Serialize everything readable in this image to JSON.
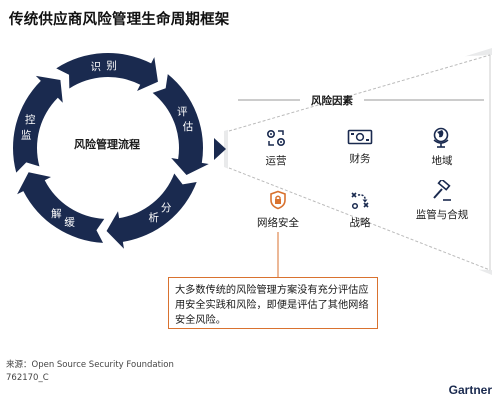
{
  "title": "传统供应商风险管理生命周期框架",
  "cycle": {
    "center_label": "风险管理流程",
    "stages": [
      "识别",
      "评估",
      "分析",
      "缓解",
      "监控"
    ]
  },
  "factors": {
    "title": "风险因素",
    "items": [
      {
        "label": "运营",
        "icon": "gears-exchange-icon"
      },
      {
        "label": "财务",
        "icon": "banknote-icon"
      },
      {
        "label": "地域",
        "icon": "globe-icon"
      },
      {
        "label": "网络安全",
        "icon": "shield-lock-icon"
      },
      {
        "label": "战略",
        "icon": "strategy-play-icon"
      },
      {
        "label": "监管与合规",
        "icon": "gavel-icon"
      }
    ]
  },
  "callout": "大多数传统的风险管理方案没有充分评估应用安全实践和风险，即便是评估了其他网络安全风险。",
  "footer": {
    "source": "来源：Open Source Security Foundation",
    "code": "762170_C",
    "brand": "Gartner"
  },
  "colors": {
    "navy": "#1a2a4f",
    "accent_orange": "#d9722f",
    "panel_gray": "#e9eaeb"
  }
}
